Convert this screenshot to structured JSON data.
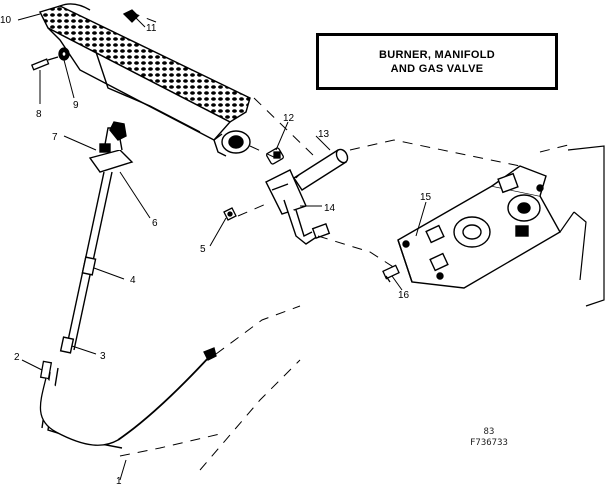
{
  "title": {
    "line1": "BURNER, MANIFOLD",
    "line2": "AND GAS VALVE"
  },
  "callouts": [
    "1",
    "2",
    "3",
    "4",
    "5",
    "6",
    "7",
    "8",
    "9",
    "10",
    "11",
    "12",
    "13",
    "14",
    "15",
    "16"
  ],
  "figure_code": {
    "line1": "83",
    "line2": "F736733"
  }
}
